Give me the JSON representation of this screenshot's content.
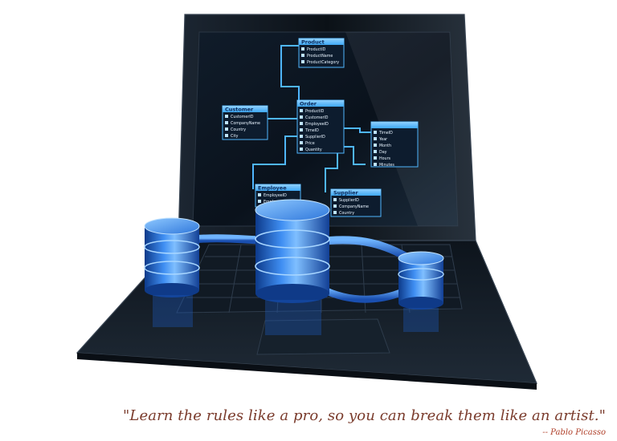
{
  "quote": {
    "text": "\"Learn the rules like a pro, so you can break them like an artist.\"",
    "author": "-- Pablo Picasso"
  },
  "schema": {
    "product": {
      "title": "Product",
      "fields": [
        "ProductID",
        "ProductName",
        "ProductCategory"
      ]
    },
    "customer": {
      "title": "Customer",
      "fields": [
        "CustomerID",
        "CompanyName",
        "Country",
        "City"
      ]
    },
    "order": {
      "title": "Order",
      "fields": [
        "ProductID",
        "CustomerID",
        "EmployeeID",
        "TimeID",
        "SupplierID",
        "Price",
        "Quantity"
      ]
    },
    "time": {
      "title": "",
      "fields": [
        "TimeID",
        "Year",
        "Month",
        "Day",
        "Hours",
        "Minutes"
      ]
    },
    "employee": {
      "title": "Employee",
      "fields": [
        "EmployeeID",
        "EmployeeName"
      ]
    },
    "supplier": {
      "title": "Supplier",
      "fields": [
        "SupplierID",
        "CompanyName",
        "Country"
      ]
    }
  },
  "colors": {
    "screen": "#0a1420",
    "table_header": "#3fa9f5",
    "database": "#2f7fe0",
    "quote": "#7a3b2c"
  }
}
